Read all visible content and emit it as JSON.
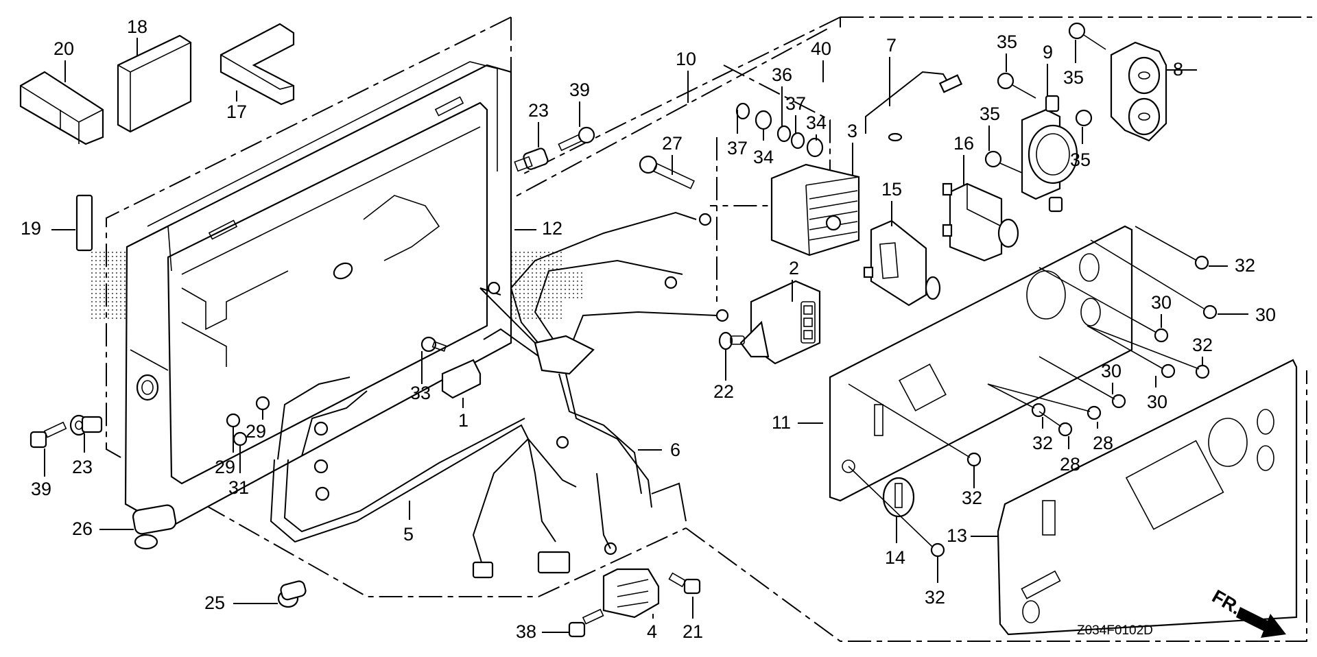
{
  "diagram": {
    "title": "Control panel exploded parts diagram",
    "diagram_code": "Z034F0102D",
    "front_marker": "FR.",
    "colors": {
      "ink": "#000000",
      "paper": "#ffffff",
      "screen": "#b0b0b0"
    },
    "callouts": [
      {
        "id": "c20",
        "number": "20"
      },
      {
        "id": "c18",
        "number": "18"
      },
      {
        "id": "c17",
        "number": "17"
      },
      {
        "id": "c19",
        "number": "19"
      },
      {
        "id": "c12",
        "number": "12"
      },
      {
        "id": "c23a",
        "number": "23"
      },
      {
        "id": "c39a",
        "number": "39"
      },
      {
        "id": "c10",
        "number": "10"
      },
      {
        "id": "c40",
        "number": "40"
      },
      {
        "id": "c36",
        "number": "36"
      },
      {
        "id": "c37a",
        "number": "37"
      },
      {
        "id": "c37b",
        "number": "37"
      },
      {
        "id": "c34a",
        "number": "34"
      },
      {
        "id": "c34b",
        "number": "34"
      },
      {
        "id": "c27",
        "number": "27"
      },
      {
        "id": "c3",
        "number": "3"
      },
      {
        "id": "c7",
        "number": "7"
      },
      {
        "id": "c35a",
        "number": "35"
      },
      {
        "id": "c9",
        "number": "9"
      },
      {
        "id": "c35b",
        "number": "35"
      },
      {
        "id": "c8",
        "number": "8"
      },
      {
        "id": "c35c",
        "number": "35"
      },
      {
        "id": "c35d",
        "number": "35"
      },
      {
        "id": "c16",
        "number": "16"
      },
      {
        "id": "c15",
        "number": "15"
      },
      {
        "id": "c2",
        "number": "2"
      },
      {
        "id": "c32a",
        "number": "32"
      },
      {
        "id": "c30a",
        "number": "30"
      },
      {
        "id": "c30b",
        "number": "30"
      },
      {
        "id": "c32b",
        "number": "32"
      },
      {
        "id": "c30c",
        "number": "30"
      },
      {
        "id": "c30d",
        "number": "30"
      },
      {
        "id": "c22",
        "number": "22"
      },
      {
        "id": "c33",
        "number": "33"
      },
      {
        "id": "c1",
        "number": "1"
      },
      {
        "id": "c6",
        "number": "6"
      },
      {
        "id": "c11",
        "number": "11"
      },
      {
        "id": "c32c",
        "number": "32"
      },
      {
        "id": "c28a",
        "number": "28"
      },
      {
        "id": "c28b",
        "number": "28"
      },
      {
        "id": "c32d",
        "number": "32"
      },
      {
        "id": "c14",
        "number": "14"
      },
      {
        "id": "c13",
        "number": "13"
      },
      {
        "id": "c32e",
        "number": "32"
      },
      {
        "id": "c39b",
        "number": "39"
      },
      {
        "id": "c23b",
        "number": "23"
      },
      {
        "id": "c29a",
        "number": "29"
      },
      {
        "id": "c29b",
        "number": "29"
      },
      {
        "id": "c31",
        "number": "31"
      },
      {
        "id": "c5",
        "number": "5"
      },
      {
        "id": "c26",
        "number": "26"
      },
      {
        "id": "c25",
        "number": "25"
      },
      {
        "id": "c38",
        "number": "38"
      },
      {
        "id": "c4",
        "number": "4"
      },
      {
        "id": "c21",
        "number": "21"
      }
    ]
  }
}
